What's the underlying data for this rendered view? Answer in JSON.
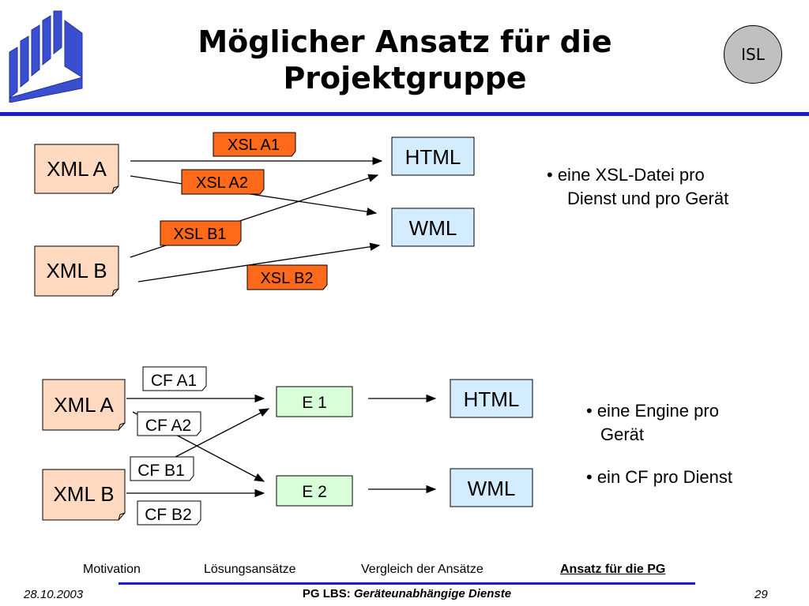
{
  "header": {
    "title_line1": "Möglicher Ansatz für die",
    "title_line2": "Projektgruppe",
    "badge": "ISL"
  },
  "diagram_top": {
    "sources": [
      "XML A",
      "XML B"
    ],
    "targets": [
      "HTML",
      "WML"
    ],
    "stylesheets": [
      "XSL A1",
      "XSL A2",
      "XSL B1",
      "XSL B2"
    ],
    "note_line1": "• eine XSL-Datei pro",
    "note_line2": "Dienst und pro Gerät"
  },
  "diagram_bottom": {
    "sources": [
      "XML A",
      "XML B"
    ],
    "engines": [
      "E 1",
      "E 2"
    ],
    "targets": [
      "HTML",
      "WML"
    ],
    "cfs": [
      "CF A1",
      "CF A2",
      "CF B1",
      "CF B2"
    ],
    "note1_line1": "• eine Engine pro",
    "note1_line2": "Gerät",
    "note2": "• ein CF pro Dienst"
  },
  "colors": {
    "source_fill": "#ffd9c0",
    "xsl_fill": "#ff6a1a",
    "target_fill": "#d4ecff",
    "engine_fill": "#d8ffd8",
    "cf_fill": "#ffffff",
    "rule": "#1c1cc8",
    "logo": "#3a4fd0"
  },
  "footer": {
    "nav": [
      "Motivation",
      "Lösungsansätze",
      "Vergleich der Ansätze",
      "Ansatz für die PG"
    ],
    "active_nav": "Ansatz für die PG",
    "date": "28.10.2003",
    "center_bold": "PG LBS:",
    "center_italic": "Geräteunabhängige Dienste",
    "page": "29"
  }
}
